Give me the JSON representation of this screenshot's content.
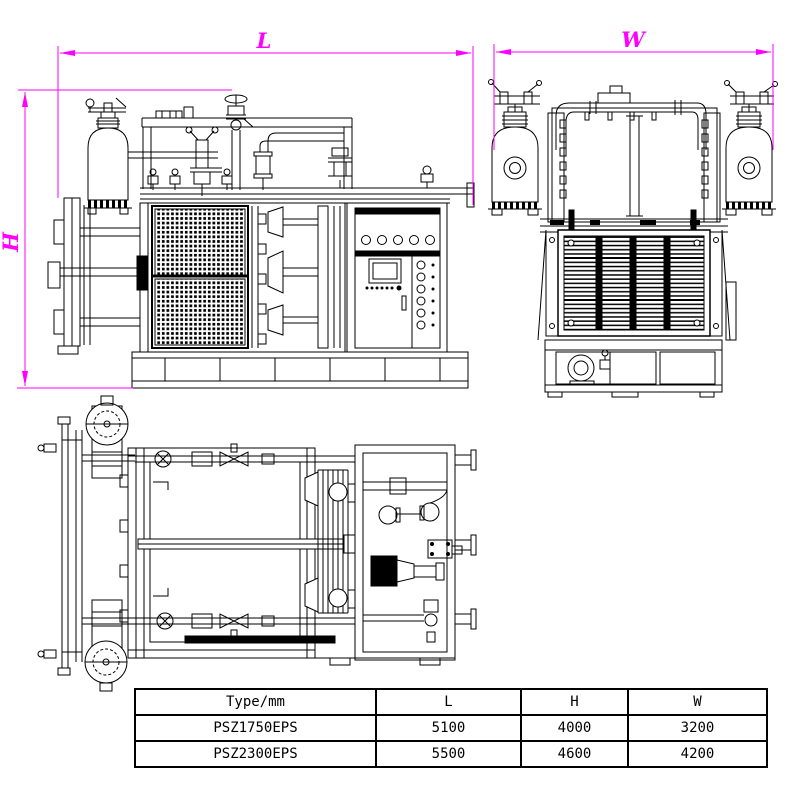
{
  "dimension_labels": {
    "length": "L",
    "height": "H",
    "width": "W"
  },
  "colors": {
    "dimension_line": "#ff00ff",
    "drawing_line": "#000000",
    "background": "#ffffff"
  },
  "spec_table": {
    "columns": [
      "Type/mm",
      "L",
      "H",
      "W"
    ],
    "rows": [
      {
        "type": "PSZ1750EPS",
        "l": "5100",
        "h": "4000",
        "w": "3200"
      },
      {
        "type": "PSZ2300EPS",
        "l": "5500",
        "h": "4600",
        "w": "4200"
      }
    ]
  }
}
